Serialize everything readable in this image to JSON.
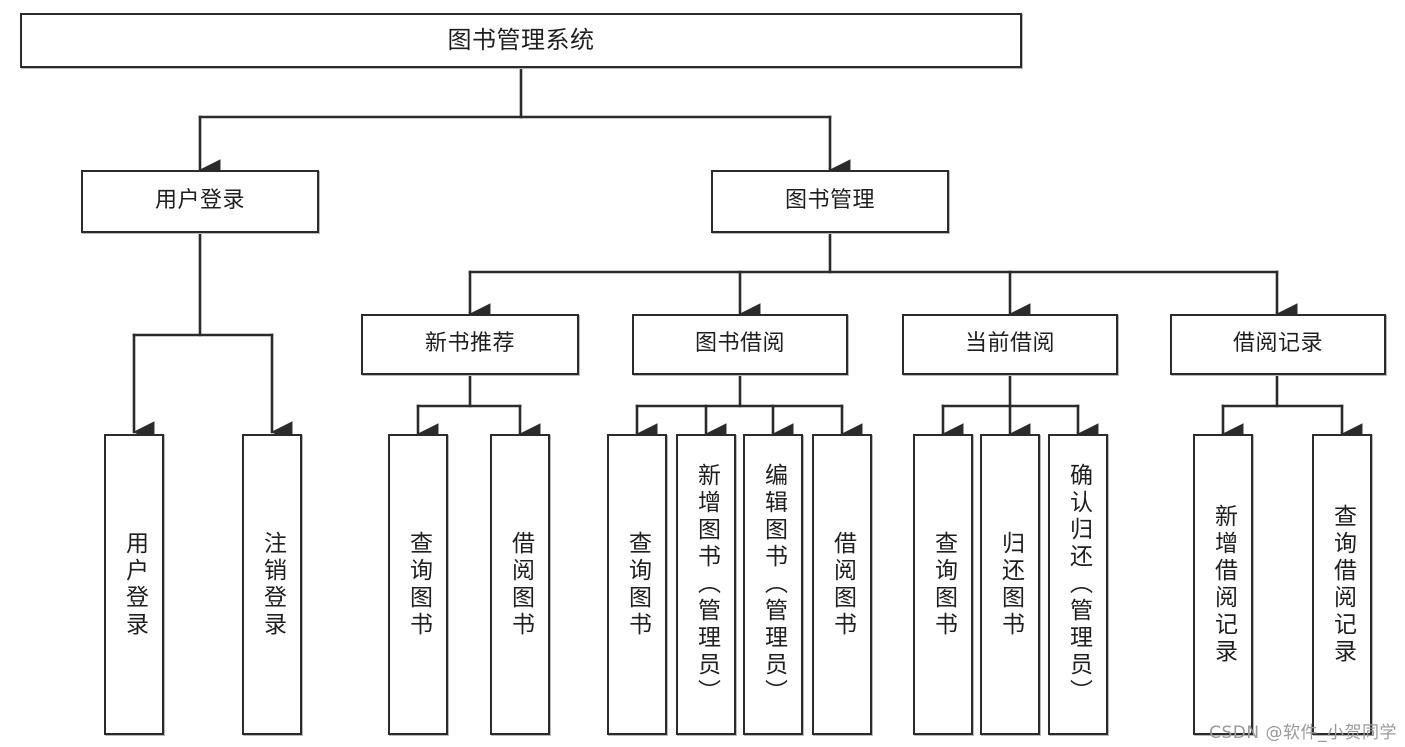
{
  "diagram": {
    "type": "tree",
    "title": "图书管理系统",
    "orientation": "top-down",
    "colors": {
      "stroke": "#2b2b2b",
      "fill": "#ffffff",
      "text": "#1f1f1f",
      "watermark": "#9a9a9a"
    },
    "root": {
      "label": "图书管理系统"
    },
    "level1": [
      {
        "id": "user-login",
        "label": "用户登录"
      },
      {
        "id": "book-manage",
        "label": "图书管理"
      }
    ],
    "level2": [
      {
        "id": "new-book-rec",
        "label": "新书推荐",
        "parent": "book-manage"
      },
      {
        "id": "book-borrow",
        "label": "图书借阅",
        "parent": "book-manage"
      },
      {
        "id": "current-borrow",
        "label": "当前借阅",
        "parent": "book-manage"
      },
      {
        "id": "borrow-record",
        "label": "借阅记录",
        "parent": "book-manage"
      }
    ],
    "leaves": [
      {
        "id": "leaf-user-login",
        "label": "用户登录",
        "parent": "user-login"
      },
      {
        "id": "leaf-logout",
        "label": "注销登录",
        "parent": "user-login"
      },
      {
        "id": "leaf-query-book-1",
        "label": "查询图书",
        "parent": "new-book-rec"
      },
      {
        "id": "leaf-borrow-book-1",
        "label": "借阅图书",
        "parent": "new-book-rec"
      },
      {
        "id": "leaf-query-book-2",
        "label": "查询图书",
        "parent": "book-borrow"
      },
      {
        "id": "leaf-add-book",
        "label": "新增图书（管理员）",
        "parent": "book-borrow"
      },
      {
        "id": "leaf-edit-book",
        "label": "编辑图书（管理员）",
        "parent": "book-borrow"
      },
      {
        "id": "leaf-borrow-book-2",
        "label": "借阅图书",
        "parent": "book-borrow"
      },
      {
        "id": "leaf-query-book-3",
        "label": "查询图书",
        "parent": "current-borrow"
      },
      {
        "id": "leaf-return-book",
        "label": "归还图书",
        "parent": "current-borrow"
      },
      {
        "id": "leaf-confirm-return",
        "label": "确认归还（管理员）",
        "parent": "current-borrow"
      },
      {
        "id": "leaf-add-record",
        "label": "新增借阅记录",
        "parent": "borrow-record"
      },
      {
        "id": "leaf-query-record",
        "label": "查询借阅记录",
        "parent": "borrow-record"
      }
    ]
  },
  "watermark": {
    "text": "CSDN @软件_小贺同学"
  }
}
